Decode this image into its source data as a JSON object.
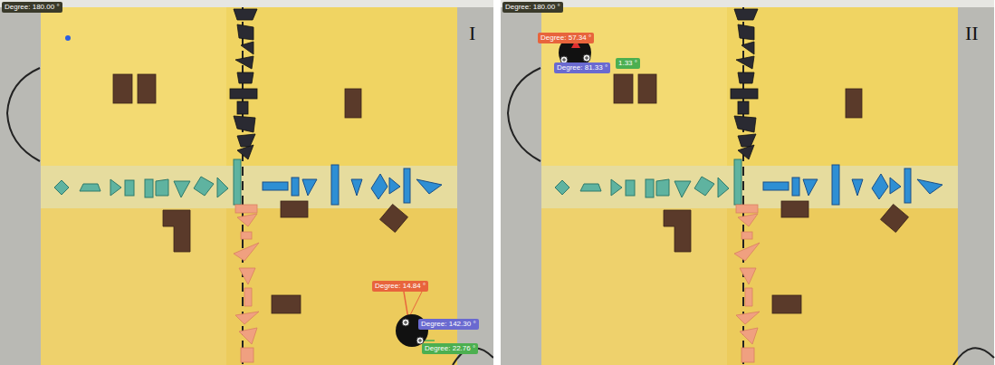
{
  "diagram": {
    "labels": [
      "Degree: 180.00 °",
      "I",
      "Degree: 14.84 °",
      "Degree: 142.30 °",
      "Degree: 22.76 °",
      "Degree: 180.00 °",
      "II",
      "Degree: 57.34 °",
      "1.33 °",
      "Degree: 81.33 °"
    ]
  }
}
